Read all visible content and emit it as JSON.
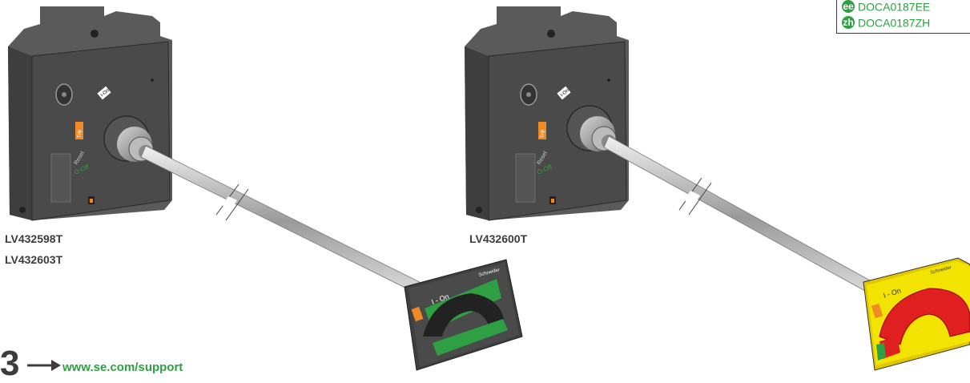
{
  "reference_box": {
    "rows": [
      {
        "lang": "ee",
        "code": "DOCA0187EE"
      },
      {
        "lang": "zh",
        "code": "DOCA0187ZH"
      }
    ]
  },
  "devices": [
    {
      "models": [
        "LV432598T",
        "LV432603T"
      ],
      "handle_color": "green-black"
    },
    {
      "models": [
        "LV432600T"
      ],
      "handle_color": "red-yellow"
    }
  ],
  "device_labels": {
    "on": "I-On",
    "reset": "Reset",
    "trip": "Trip",
    "off": "O-Off",
    "brand": "Schneider"
  },
  "footer": {
    "number": "3",
    "link": "www.se.com/support"
  },
  "colors": {
    "brand_green": "#2ea043",
    "red": "#e02020",
    "yellow": "#f2e400",
    "housing": "#4a4a4a"
  }
}
